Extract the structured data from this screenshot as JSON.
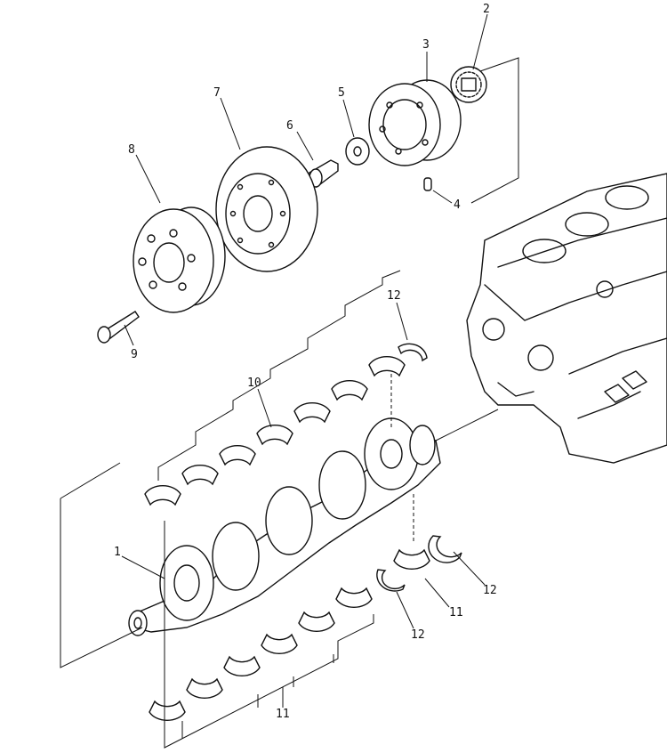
{
  "callouts": {
    "c1": "1",
    "c2": "2",
    "c3": "3",
    "c4": "4",
    "c5": "5",
    "c6": "6",
    "c7": "7",
    "c8": "8",
    "c9": "9",
    "c10": "10",
    "c11a": "11",
    "c11b": "11",
    "c12a": "12",
    "c12b": "12",
    "c12c": "12"
  }
}
